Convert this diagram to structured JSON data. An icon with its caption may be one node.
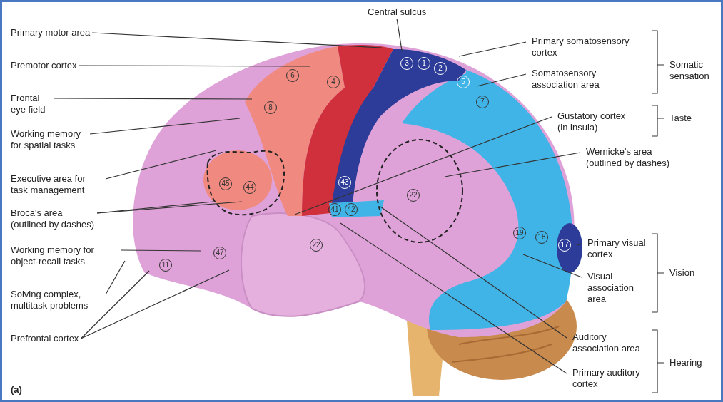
{
  "diagram": {
    "nodes": [
      {
        "text": [
          "Central sulcus"
        ]
      },
      {
        "text": [
          "Primary motor area"
        ]
      },
      {
        "text": [
          "Premotor cortex"
        ]
      },
      {
        "text": [
          "Frontal eye field"
        ]
      },
      {
        "text": [
          "Working memory for spatial tasks"
        ]
      },
      {
        "text": [
          "Executive area for task management"
        ]
      },
      {
        "text": [
          "Broca's area (outlined by dashes)"
        ]
      },
      {
        "text": [
          "Working memory for object-recall tasks"
        ]
      },
      {
        "text": [
          "Solving complex, multitask problems"
        ]
      },
      {
        "text": [
          "Prefrontal cortex"
        ]
      },
      {
        "text": [
          "Primary somatosensory cortex"
        ]
      },
      {
        "text": [
          "Somatosensory association area"
        ]
      },
      {
        "text": [
          "Gustatory cortex (in insula)"
        ]
      },
      {
        "text": [
          "Wernicke's area (outlined by dashes)"
        ]
      },
      {
        "text": [
          "Primary visual cortex"
        ]
      },
      {
        "text": [
          "Visual association area"
        ]
      },
      {
        "text": [
          "Auditory association area"
        ]
      },
      {
        "text": [
          "Primary auditory cortex"
        ]
      }
    ],
    "edges": [
      {
        "from": 0,
        "to": null,
        "arrow": "none"
      },
      {
        "from": 1,
        "to": null,
        "arrow": "none"
      },
      {
        "from": 2,
        "to": null,
        "arrow": "none"
      },
      {
        "from": 3,
        "to": null,
        "arrow": "none"
      },
      {
        "from": 4,
        "to": null,
        "arrow": "none"
      },
      {
        "from": 5,
        "to": null,
        "arrow": "none"
      },
      {
        "from": 6,
        "to": null,
        "arrow": "none"
      },
      {
        "from": 6,
        "to": null,
        "arrow": "none"
      },
      {
        "from": 7,
        "to": null,
        "arrow": "none"
      },
      {
        "from": 8,
        "to": null,
        "arrow": "none"
      },
      {
        "from": 9,
        "to": null,
        "arrow": "none"
      },
      {
        "from": 9,
        "to": null,
        "arrow": "none"
      },
      {
        "from": 10,
        "to": null,
        "arrow": "none"
      },
      {
        "from": 11,
        "to": null,
        "arrow": "none"
      },
      {
        "from": 12,
        "to": null,
        "arrow": "none"
      },
      {
        "from": 13,
        "to": null,
        "arrow": "none"
      },
      {
        "from": 14,
        "to": null,
        "arrow": "none"
      },
      {
        "from": 15,
        "to": null,
        "arrow": "none"
      },
      {
        "from": 16,
        "to": null,
        "arrow": "none"
      },
      {
        "from": 17,
        "to": null,
        "arrow": "none"
      }
    ],
    "labels": [
      "3",
      "1",
      "2",
      "Somatic sensation",
      "6",
      "4",
      "5",
      "7",
      "8",
      "Taste",
      "45",
      "44",
      "43",
      "22",
      "41",
      "42",
      "22",
      "47",
      "11",
      "19",
      "18",
      "17",
      "Vision",
      "Hearing",
      "(a)"
    ]
  }
}
